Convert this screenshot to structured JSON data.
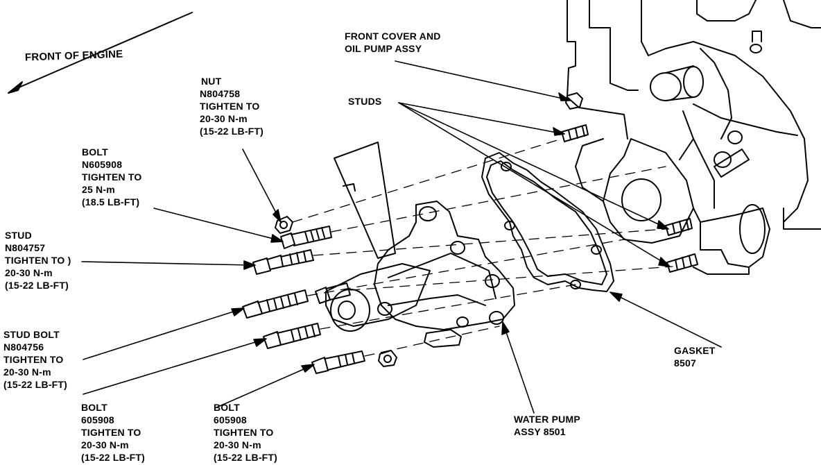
{
  "diagram": {
    "orientation": {
      "text": "FRONT OF ENGINE",
      "arrow_icon": "long-arrow-down-left-icon"
    },
    "callouts": {
      "front_cover": [
        "FRONT COVER AND",
        "OIL PUMP ASSY"
      ],
      "studs": [
        "STUDS"
      ],
      "nut": [
        "NUT",
        "N804758",
        "TIGHTEN TO",
        "20-30 N-m",
        "(15-22 LB-FT)"
      ],
      "bolt_top": [
        "BOLT",
        "N605908",
        "TIGHTEN TO",
        "25 N-m",
        "(18.5 LB-FT)"
      ],
      "stud": [
        "STUD",
        "N804757",
        "TIGHTEN TO )",
        "20-30 N-m",
        "(15-22 LB-FT)"
      ],
      "stud_bolt": [
        "STUD BOLT",
        "N804756",
        "TIGHTEN TO",
        "20-30 N-m",
        "(15-22 LB-FT)"
      ],
      "bolt_lower_left": [
        "BOLT",
        "605908",
        "TIGHTEN TO",
        "20-30 N-m",
        "(15-22 LB-FT)"
      ],
      "bolt_lower_mid": [
        "BOLT",
        "605908",
        "TIGHTEN TO",
        "20-30 N-m",
        "(15-22 LB-FT)"
      ],
      "water_pump": [
        "WATER PUMP",
        "ASSY 8501"
      ],
      "gasket": [
        "GASKET",
        "8507"
      ]
    },
    "colors": {
      "ink": "#000000",
      "paper": "#ffffff"
    }
  }
}
